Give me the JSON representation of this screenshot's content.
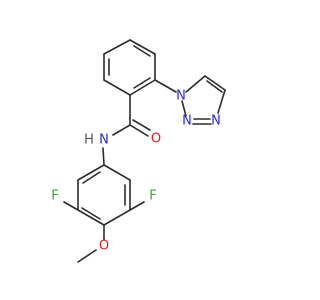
{
  "molecule": {
    "atoms": [
      {
        "id": "n_triazole_1",
        "symbol": "N",
        "color": "#2b2bd6"
      },
      {
        "id": "n_triazole_2",
        "symbol": "N",
        "color": "#2b2bd6"
      },
      {
        "id": "n_triazole_3",
        "symbol": "N",
        "color": "#2b2bd6"
      },
      {
        "id": "o_carbonyl",
        "symbol": "O",
        "color": "#e02020"
      },
      {
        "id": "nh_amide",
        "symbol": "N",
        "color": "#2b2bd6"
      },
      {
        "id": "h_amide",
        "symbol": "H",
        "color": "#555555"
      },
      {
        "id": "f_left",
        "symbol": "F",
        "color": "#33aa33"
      },
      {
        "id": "f_right",
        "symbol": "F",
        "color": "#33aa33"
      },
      {
        "id": "o_methoxy",
        "symbol": "O",
        "color": "#e02020"
      }
    ],
    "bond_color": "#2b2bd6"
  }
}
